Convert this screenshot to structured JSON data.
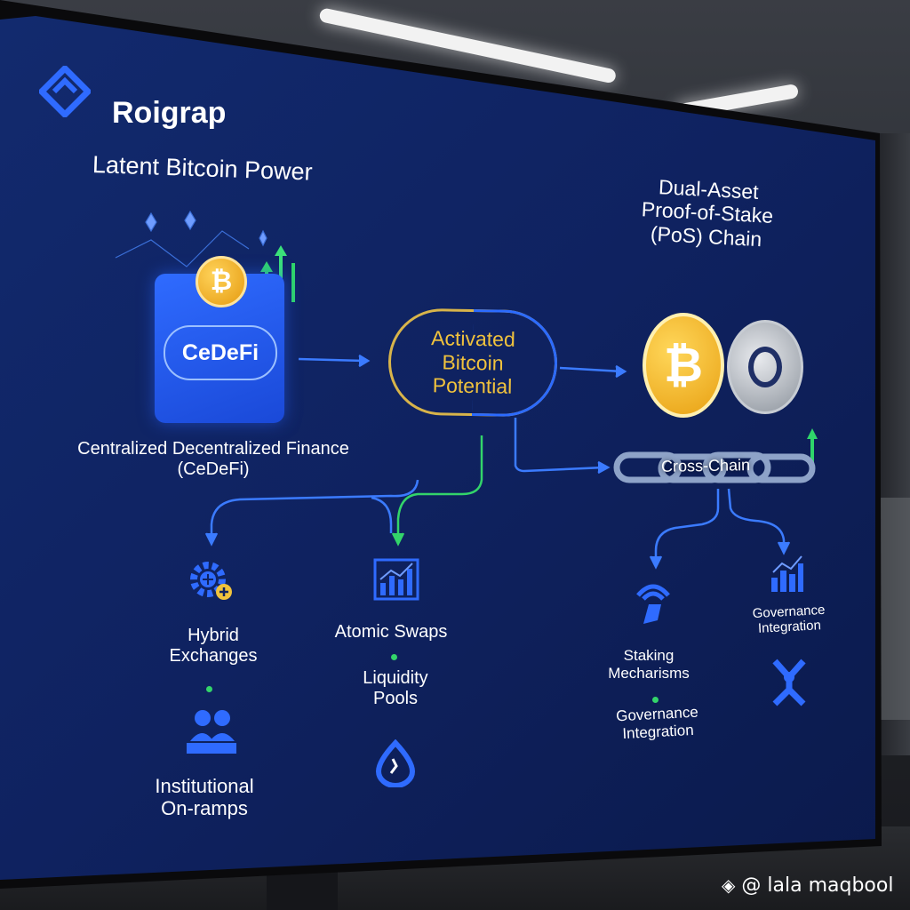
{
  "brand": {
    "name": "Roigrap"
  },
  "subtitle": "Latent Bitcoin Power",
  "right_title": {
    "line1": "Dual-Asset",
    "line2": "Proof-of-Stake",
    "line3": "(PoS) Chain"
  },
  "cedefi": {
    "box_label": "CeDeFi",
    "desc_line1": "Centralized Decentralized Finance",
    "desc_line2": "(CeDeFi)"
  },
  "activated": {
    "line1": "Activated",
    "line2": "Bitcoin",
    "line3": "Potential"
  },
  "cross_chain": "Cross-Chain",
  "left_branch": {
    "hybrid_line1": "Hybrid",
    "hybrid_line2": "Exchanges",
    "institutional_line1": "Institutional",
    "institutional_line2": "On-ramps"
  },
  "middle_branch": {
    "atomic": "Atomic Swaps",
    "liquidity_line1": "Liquidity",
    "liquidity_line2": "Pools"
  },
  "right_branch": {
    "staking_line1": "Staking",
    "staking_line2": "Mecharisms",
    "gov1_line1": "Governance",
    "gov1_line2": "Integration",
    "gov2_line1": "Governance",
    "gov2_line2": "Integration"
  },
  "watermark": "@ lala maqbool",
  "colors": {
    "screen_bg": "#0f1f55",
    "accent_blue": "#2f6bff",
    "accent_green": "#33d46a",
    "gold": "#f0c23d"
  }
}
